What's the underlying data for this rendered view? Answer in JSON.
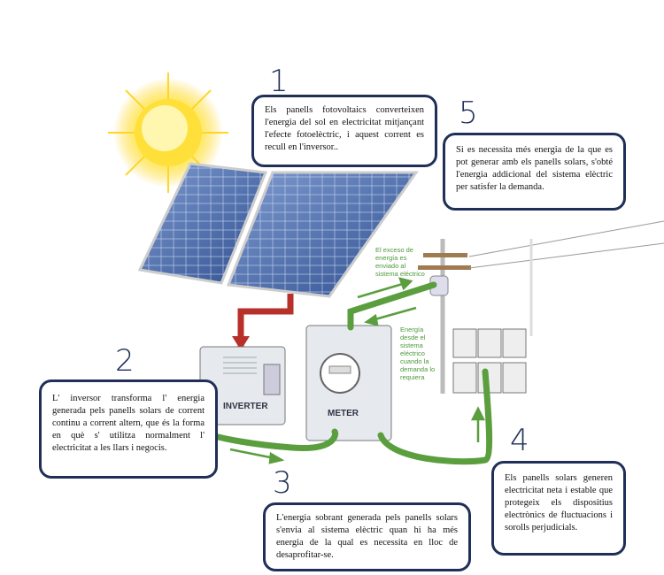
{
  "steps": [
    {
      "number": "1",
      "text": "Els panells fotovoltaics converteixen l'energia del sol en electricitat mitjançant l'efecte fotoelèctric, i aquest corrent es recull en l'inversor.."
    },
    {
      "number": "2",
      "text": "L' inversor transforma l' energia generada pels panells solars de corrent continu a corrent altern, que és la forma en què s' utilitza normalment l' electricitat a les llars i negocis."
    },
    {
      "number": "3",
      "text": "L'energia sobrant generada pels panells solars s'envia al sistema elèctric quan hi ha més energia de la qual es necessita en lloc de desaprofitar-se."
    },
    {
      "number": "4",
      "text": "Els panells solars generen electricitat neta i estable que protegeix els dispositius electrònics de fluctuacions i sorolls perjudicials."
    },
    {
      "number": "5",
      "text": "Si es necessita més energia de la que es pot generar amb els panells solars, s'obté l'energia addicional del sistema elèctric per satisfer la demanda."
    }
  ],
  "labels": {
    "inverter": "INVERTER",
    "meter": "METER",
    "excess": "El exceso de energía es enviado al sistema eléctrico",
    "demand": "Energía desde el sistema eléctrico cuando la demanda lo requiera"
  },
  "colors": {
    "box_border": "#1f2f57",
    "pipe_green": "#5a9e3e",
    "pipe_red": "#b8302a",
    "panel_blue": "#3d5f9e"
  }
}
